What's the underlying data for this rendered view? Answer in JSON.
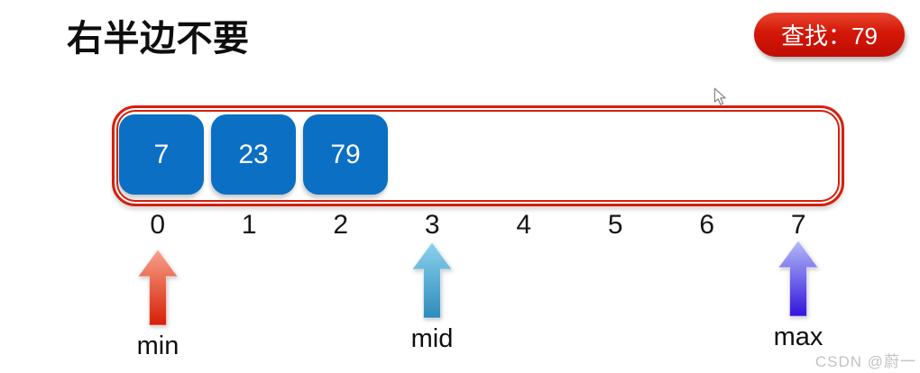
{
  "title": "右半边不要",
  "badge": {
    "text": "查找：79"
  },
  "array_box": {
    "cells": [
      {
        "value": "7"
      },
      {
        "value": "23"
      },
      {
        "value": "79"
      }
    ],
    "indices": [
      "0",
      "1",
      "2",
      "3",
      "4",
      "5",
      "6",
      "7"
    ]
  },
  "pointers": {
    "min": {
      "label": "min",
      "index": "0",
      "gradient_top": "#f7a18b",
      "gradient_bottom": "#d71f05"
    },
    "mid": {
      "label": "mid",
      "index": "3",
      "gradient_top": "#8dd1ef",
      "gradient_bottom": "#2d8cb8"
    },
    "max": {
      "label": "max",
      "index": "7",
      "gradient_top": "#b5bcf7",
      "gradient_bottom": "#3114dd"
    }
  },
  "watermark": "CSDN @蔚一",
  "colors": {
    "cell_blue": "#0b6fc4",
    "box_border_red": "#d5200d",
    "badge_red": "#cf1206",
    "text_black": "#111111",
    "watermark_gray": "#c3c3c3"
  }
}
